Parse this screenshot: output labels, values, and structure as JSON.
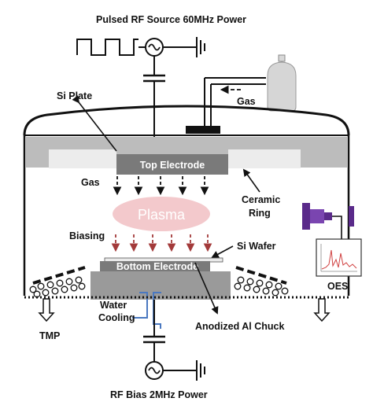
{
  "labels": {
    "top_source": "Pulsed RF Source 60MHz Power",
    "si_plate": "Si Plate",
    "gas_inlet": "Gas",
    "top_electrode": "Top Electrode",
    "gas_flow": "Gas",
    "ceramic_ring_line1": "Ceramic",
    "ceramic_ring_line2": "Ring",
    "plasma": "Plasma",
    "biasing": "Biasing",
    "si_wafer": "Si Wafer",
    "bottom_electrode": "Bottom Electrode",
    "water_cooling_line1": "Water",
    "water_cooling_line2": "Cooling",
    "tmp": "TMP",
    "chuck": "Anodized Al Chuck",
    "oes": "OES",
    "bottom_source": "RF Bias 2MHz Power"
  },
  "colors": {
    "plasma_fill": "#f3c9cc",
    "plasma_text": "#ffffff",
    "bias_arrow": "#a33a3a",
    "water_line": "#4a78c0",
    "oes_port": "#5a2a8a",
    "oes_spectrum": "#d04040",
    "electrode_gray": "#7a7a7a",
    "plate_gray": "#9a9a9a"
  },
  "icons": [
    "rf-source-icon",
    "ground-icon",
    "capacitor-icon",
    "gas-cylinder-icon",
    "exhaust-arrow-icon",
    "oes-spectrum-icon"
  ]
}
